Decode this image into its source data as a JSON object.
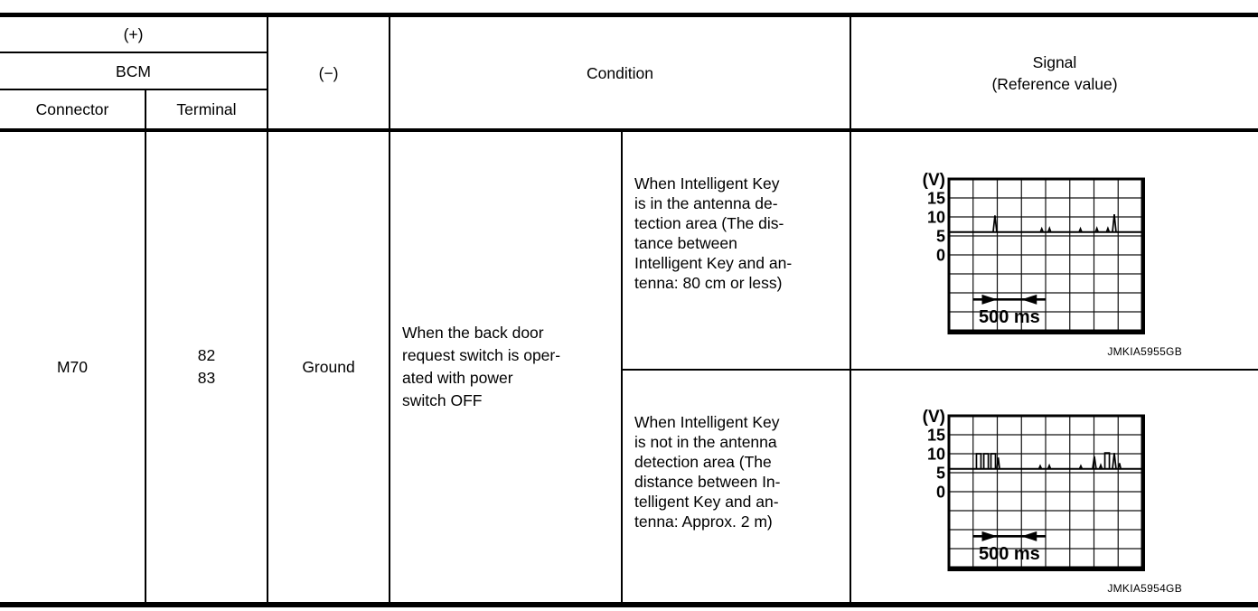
{
  "table": {
    "header": {
      "plus": "(+)",
      "bcm": "BCM",
      "connector": "Connector",
      "terminal": "Terminal",
      "minus": "(−)",
      "condition": "Condition",
      "signal": "Signal\n(Reference value)"
    },
    "row": {
      "connector": "M70",
      "terminals": "82\n83",
      "minus": "Ground",
      "condition": "When the back door\nrequest switch is oper-\nated with power\nswitch OFF",
      "sub_conditions": [
        "When Intelligent Key\nis in the antenna de-\ntection area (The dis-\ntance between\nIntelligent Key and an-\ntenna: 80 cm or less)",
        "When Intelligent Key\nis not in the antenna\ndetection area (The\ndistance between In-\ntelligent Key and an-\ntenna: Approx. 2 m)"
      ]
    }
  },
  "chart_data": [
    {
      "type": "line",
      "title": "Back door request switch signal (Intelligent Key in detection area)",
      "ylabel": "(V)",
      "yticks": [
        15,
        10,
        5,
        0
      ],
      "volts_per_div": 5,
      "top_v": 20,
      "divisions": [
        8,
        8
      ],
      "grid": true,
      "baseline_v": 6,
      "pulses": [
        {
          "x": 0.238,
          "v": 10.4,
          "w": 2.0,
          "t": "spike"
        },
        {
          "x": 0.48,
          "v": 6.9,
          "w": 1.5,
          "t": "spike"
        },
        {
          "x": 0.52,
          "v": 7.0,
          "w": 1.5,
          "t": "spike"
        },
        {
          "x": 0.68,
          "v": 6.9,
          "w": 1.5,
          "t": "spike"
        },
        {
          "x": 0.765,
          "v": 7.0,
          "w": 1.5,
          "t": "spike"
        },
        {
          "x": 0.822,
          "v": 7.0,
          "w": 1.5,
          "t": "spike"
        },
        {
          "x": 0.855,
          "v": 10.7,
          "w": 2.0,
          "t": "spike"
        }
      ],
      "time_marker": {
        "label": "500 ms",
        "span_divs": [
          1,
          4
        ],
        "tip_divs": [
          2,
          3
        ],
        "y_div": 6.35
      },
      "caption": "JMKIA5955GB"
    },
    {
      "type": "line",
      "title": "Back door request switch signal (Intelligent Key not in detection area)",
      "ylabel": "(V)",
      "yticks": [
        15,
        10,
        5,
        0
      ],
      "volts_per_div": 5,
      "top_v": 20,
      "divisions": [
        8,
        8
      ],
      "grid": true,
      "baseline_v": 6,
      "pulses": [
        {
          "x": 0.154,
          "v": 10.0,
          "w": 2.5,
          "t": "pulse"
        },
        {
          "x": 0.192,
          "v": 10.0,
          "w": 2.5,
          "t": "pulse"
        },
        {
          "x": 0.229,
          "v": 10.0,
          "w": 2.5,
          "t": "pulse"
        },
        {
          "x": 0.255,
          "v": 9.0,
          "w": 1.5,
          "t": "spike"
        },
        {
          "x": 0.472,
          "v": 6.8,
          "w": 1.5,
          "t": "spike"
        },
        {
          "x": 0.519,
          "v": 6.9,
          "w": 1.5,
          "t": "spike"
        },
        {
          "x": 0.682,
          "v": 6.8,
          "w": 1.5,
          "t": "spike"
        },
        {
          "x": 0.752,
          "v": 9.3,
          "w": 2.0,
          "t": "spike"
        },
        {
          "x": 0.785,
          "v": 7.0,
          "w": 1.5,
          "t": "spike"
        },
        {
          "x": 0.818,
          "v": 10.2,
          "w": 2.5,
          "t": "pulse"
        },
        {
          "x": 0.855,
          "v": 10.2,
          "w": 2.0,
          "t": "spike"
        },
        {
          "x": 0.882,
          "v": 7.5,
          "w": 1.5,
          "t": "spike"
        }
      ],
      "time_marker": {
        "label": "500 ms",
        "span_divs": [
          1,
          4
        ],
        "tip_divs": [
          2,
          3
        ],
        "y_div": 6.35
      },
      "caption": "JMKIA5954GB"
    }
  ]
}
